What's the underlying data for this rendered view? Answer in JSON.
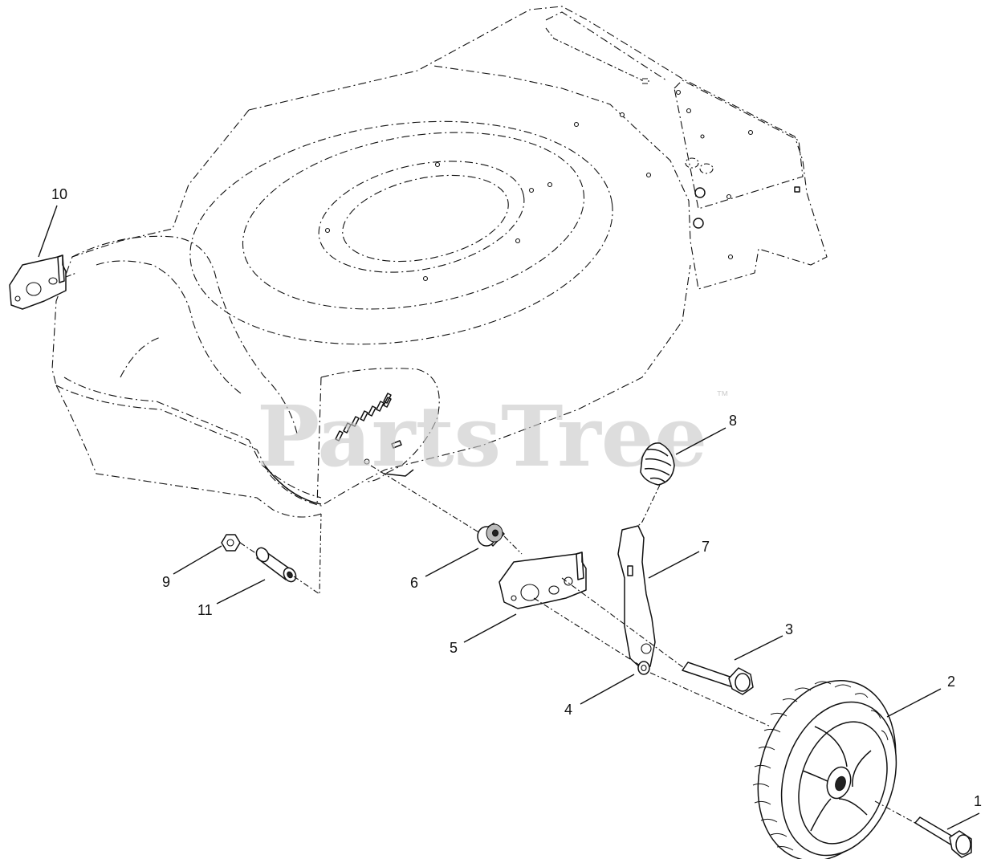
{
  "watermark": {
    "brand": "PartsTree",
    "trademark": "™"
  },
  "callouts": [
    "1",
    "2",
    "3",
    "4",
    "5",
    "6",
    "7",
    "8",
    "9",
    "10",
    "11"
  ]
}
